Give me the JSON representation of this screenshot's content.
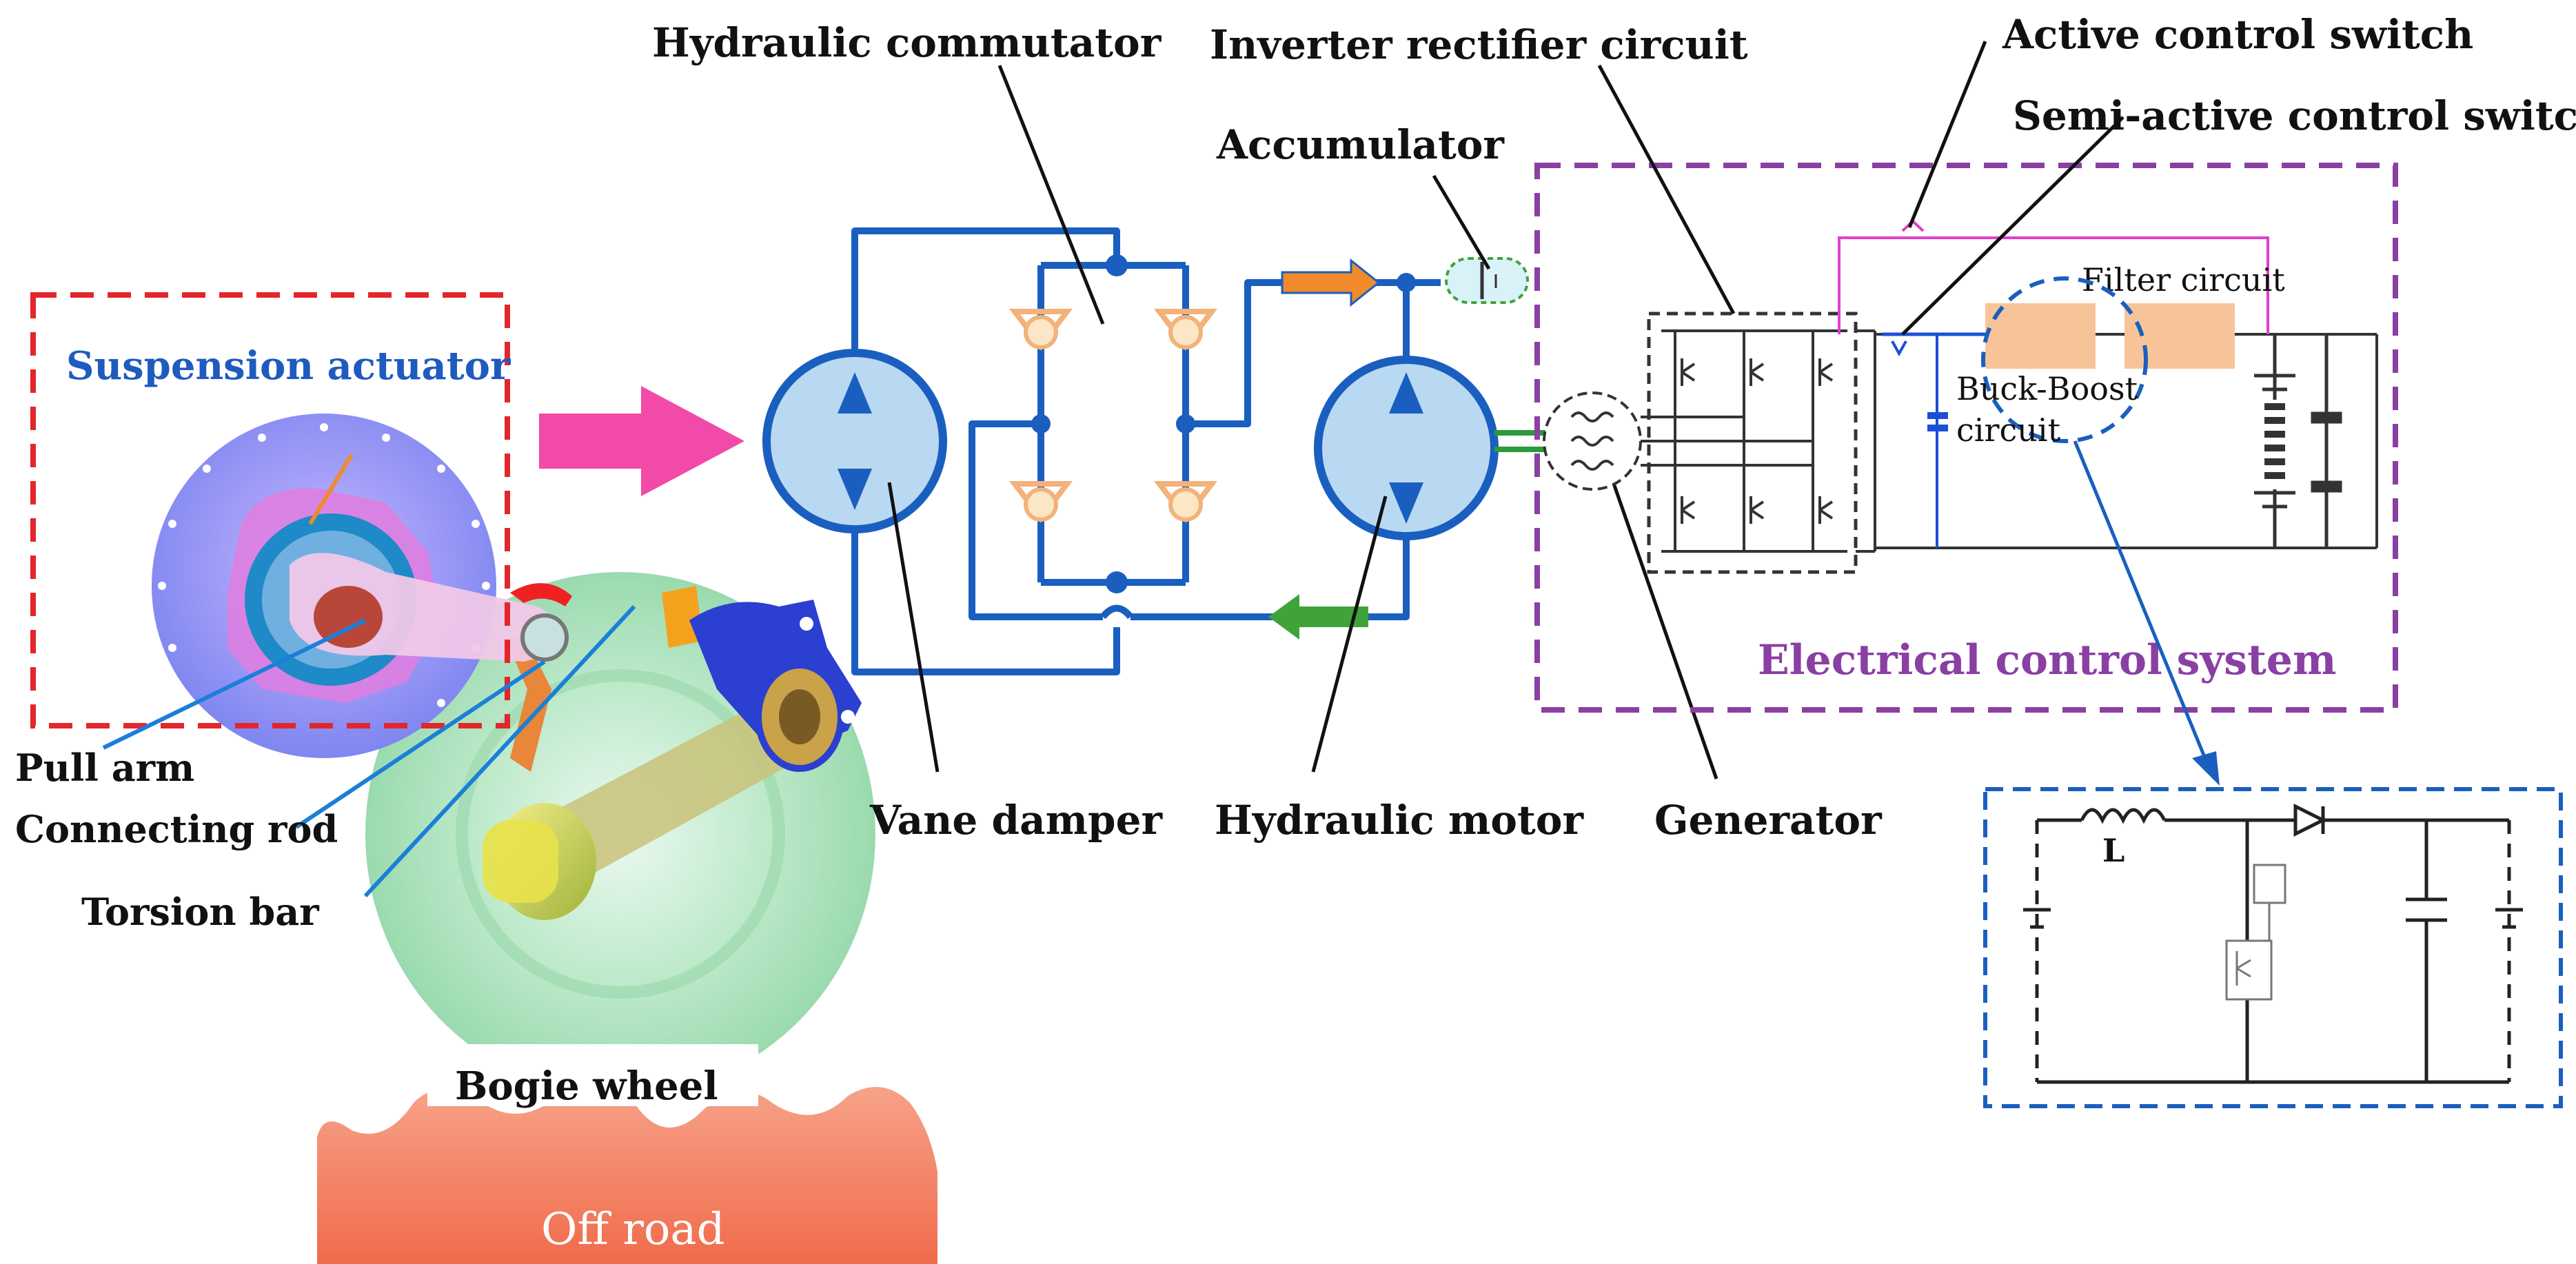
{
  "labels": {
    "hydraulic_commutator": "Hydraulic commutator",
    "inverter_rectifier": "Inverter rectifier circuit",
    "active_switch": "Active control switch",
    "semi_active_switch": "Semi-active control switch",
    "accumulator": "Accumulator",
    "suspension_actuator": "Suspension actuator",
    "filter_circuit": "Filter circuit",
    "buck_boost_1": "Buck-Boost",
    "buck_boost_2": "circuit",
    "electrical_control": "Electrical control system",
    "pull_arm": "Pull arm",
    "connecting_rod": "Connecting rod",
    "torsion_bar": "Torsion bar",
    "vane_damper": "Vane damper",
    "hydraulic_motor": "Hydraulic motor",
    "generator": "Generator",
    "bogie_wheel": "Bogie wheel",
    "off_road": "Off road",
    "inductor": "L"
  },
  "colors": {
    "hydraulic_line": "#1a5fbf",
    "pump_fill": "#b9d8f2",
    "valve": "#f2b27a",
    "red_frame": "#e3262b",
    "purple_frame": "#8a3fa3",
    "blue_frame": "#1a5fbf",
    "pink_arrow": "#f24aa8",
    "orange_arrow": "#f08a2a",
    "green_arrow": "#3fa33a",
    "filter_box": "#f7c49a",
    "magenta_line": "#e23fcf",
    "ground": "#f5866a"
  }
}
